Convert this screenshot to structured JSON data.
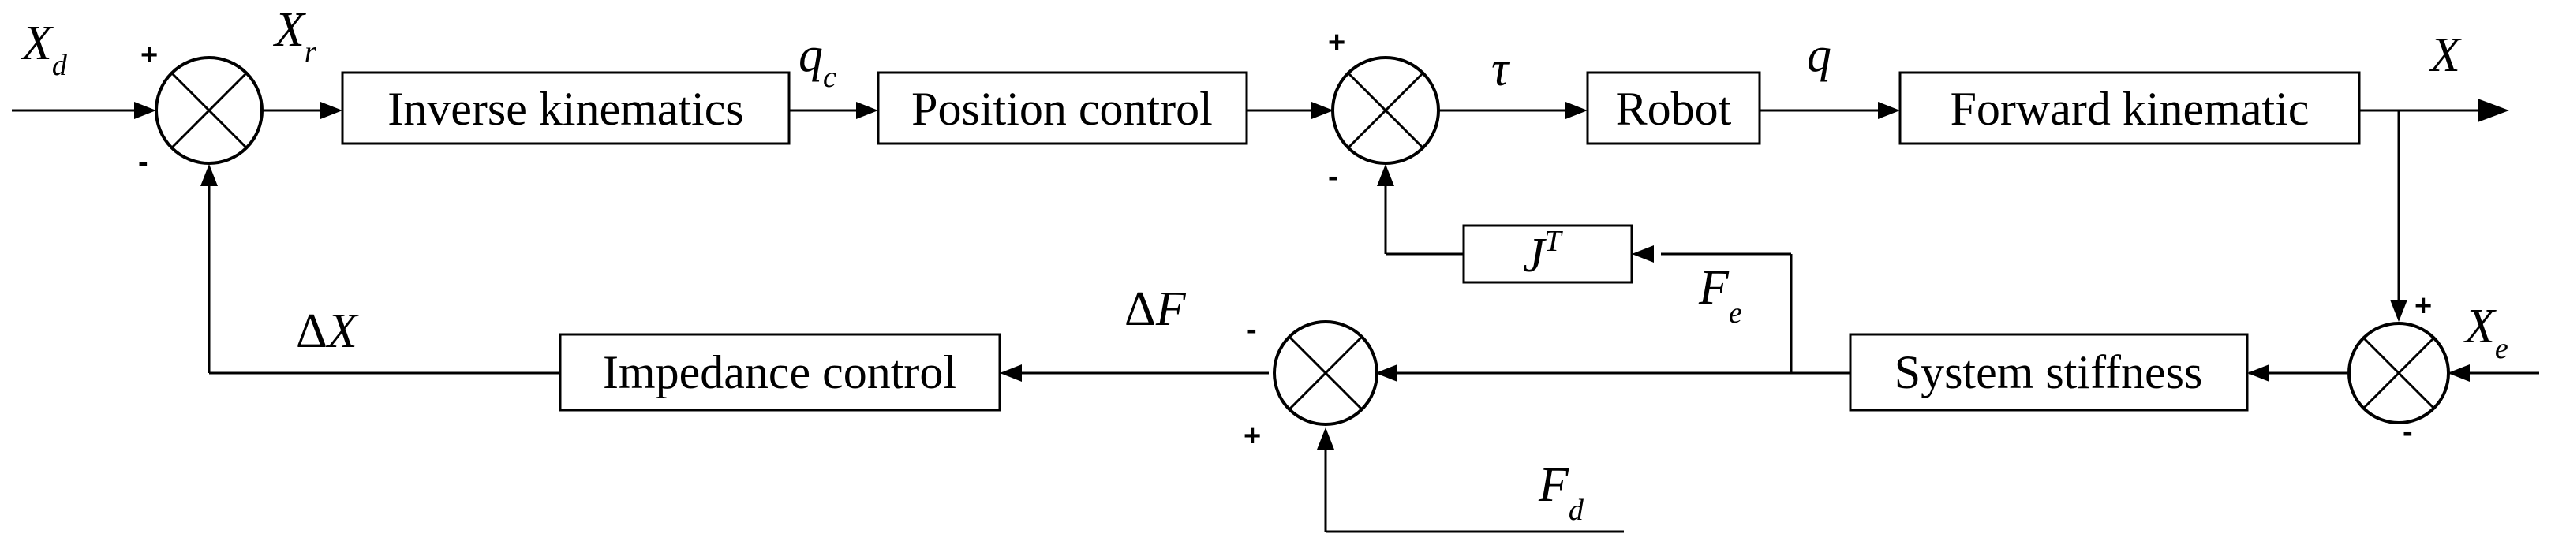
{
  "blocks": {
    "inverse_kinematics": "Inverse kinematics",
    "position_control": "Position control",
    "robot": "Robot",
    "forward_kinematic": "Forward kinematic",
    "jacobian_transpose": {
      "base": "J",
      "sup": "T"
    },
    "system_stiffness": "System stiffness",
    "impedance_control": "Impedance control"
  },
  "signals": {
    "xd": {
      "base": "X",
      "sub": "d"
    },
    "xr": {
      "base": "X",
      "sub": "r"
    },
    "qc": {
      "base": "q",
      "sub": "c"
    },
    "tau": "τ",
    "q": "q",
    "x_out": "X",
    "xe": {
      "base": "X",
      "sub": "e"
    },
    "fe": {
      "base": "F",
      "sub": "e"
    },
    "fd": {
      "base": "F",
      "sub": "d"
    },
    "delta_x": {
      "delta": "Δ",
      "base": "X"
    },
    "delta_f": {
      "delta": "Δ",
      "base": "F"
    }
  },
  "signs": {
    "plus": "+",
    "minus": "-"
  }
}
